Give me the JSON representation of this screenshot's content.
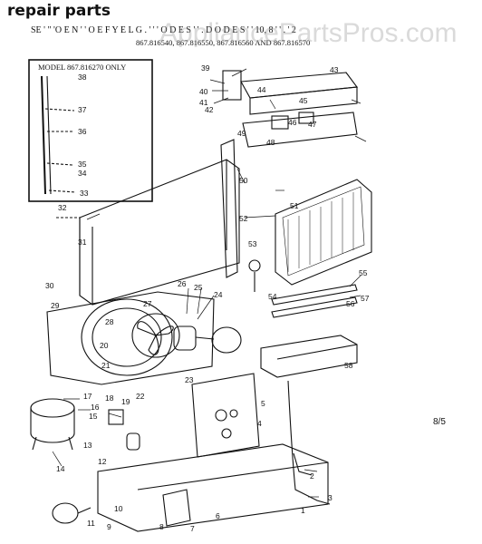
{
  "header": {
    "title": "repair parts",
    "models_line1": "SE  ' \" 'O E N ' ' O  E  F Y E  L  G . ' ' ' O D E  S  '  '  . D  O D E  S  '  '  10, 8 ' ' . ' 2",
    "models_line2": "867.816540, 867.816550, 867.816560 AND 867.816570"
  },
  "watermark": "AppliancePartsPros.com",
  "inset": {
    "label": "MODEL 867.816270 ONLY",
    "callouts": [
      "38",
      "37",
      "36",
      "35",
      "34",
      "33"
    ]
  },
  "page_number": "8/5",
  "part_numbers": [
    "1",
    "2",
    "3",
    "4",
    "5",
    "6",
    "7",
    "8",
    "9",
    "10",
    "11",
    "12",
    "13",
    "14",
    "15",
    "16",
    "17",
    "18",
    "19",
    "20",
    "21",
    "22",
    "23",
    "24",
    "25",
    "26",
    "27",
    "28",
    "29",
    "30",
    "31",
    "32",
    "39",
    "40",
    "41",
    "42",
    "43",
    "44",
    "45",
    "46",
    "47",
    "48",
    "49",
    "50",
    "51",
    "52",
    "53",
    "54",
    "55",
    "56",
    "57",
    "58"
  ]
}
